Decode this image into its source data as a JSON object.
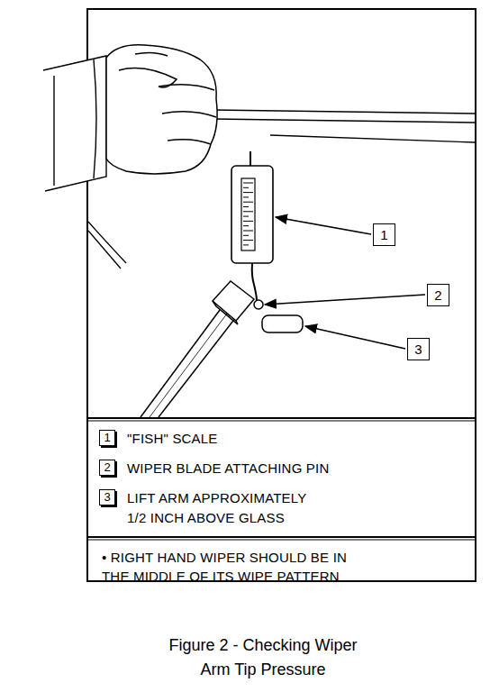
{
  "diagram": {
    "caption": "Figure 2 - Checking Wiper Arm Tip Pressure",
    "nodes": [
      {
        "text": [
          "1"
        ]
      },
      {
        "text": [
          "2"
        ]
      },
      {
        "text": [
          "3"
        ]
      },
      {
        "text": [
          "1",
          "\"FISH\" SCALE"
        ]
      },
      {
        "text": [
          "2",
          "WIPER BLADE ATTACHING PIN"
        ]
      },
      {
        "text": [
          "3",
          "LIFT ARM APPROXIMATELY 1/2 INCH ABOVE GLASS"
        ]
      },
      {
        "text": [
          "• RIGHT HAND WIPER SHOULD BE IN THE MIDDLE OF ITS WIPE PATTERN"
        ]
      }
    ]
  }
}
